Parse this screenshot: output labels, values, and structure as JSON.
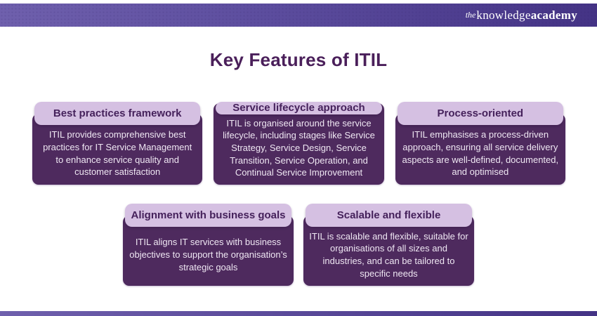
{
  "brand": {
    "the": "the",
    "knowledge": "knowledge",
    "academy": "academy"
  },
  "title": "Key Features of ITIL",
  "colors": {
    "header_gradient_left": "#6f60ad",
    "header_gradient_right": "#443385",
    "title_text": "#4a1f5a",
    "pill_background": "#d5c0e2",
    "pill_text": "#45215b",
    "card_background": "#4e2a5e",
    "card_text": "#efe7f3"
  },
  "cards": {
    "row1": [
      {
        "heading": "Best practices framework",
        "description": "ITIL provides comprehensive best practices for IT Service Management to enhance service quality and customer satisfaction"
      },
      {
        "heading": "Service lifecycle approach",
        "description": "ITIL is organised around the service lifecycle, including stages like Service Strategy, Service Design, Service Transition, Service Operation, and Continual Service Improvement"
      },
      {
        "heading": "Process-oriented",
        "description": "ITIL emphasises a process-driven approach, ensuring all service delivery aspects are well-defined, documented, and optimised"
      }
    ],
    "row2": [
      {
        "heading": "Alignment with business goals",
        "description": "ITIL aligns IT services with business objectives to support the organisation’s strategic goals"
      },
      {
        "heading": "Scalable and flexible",
        "description": "ITIL is scalable and flexible, suitable for organisations of all sizes and industries, and can be tailored to specific needs"
      }
    ]
  }
}
